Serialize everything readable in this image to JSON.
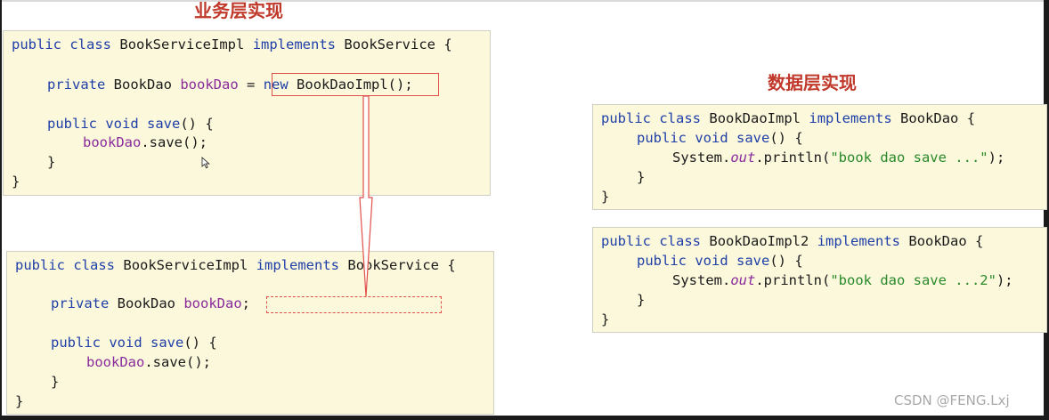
{
  "headings": {
    "service_layer": "业务层实现",
    "data_layer": "数据层实现"
  },
  "service_before": {
    "line1": {
      "kw1": "public",
      "kw2": "class",
      "name": "BookServiceImpl",
      "kw3": "implements",
      "iface": "BookService",
      "brace": "{"
    },
    "line2": {
      "kw": "private",
      "type": "BookDao",
      "var": "bookDao",
      "eq": "=",
      "expr": "new BookDaoImpl();"
    },
    "line3": {
      "kw1": "public",
      "kw2": "void",
      "method": "save",
      "rest": "() {"
    },
    "line4": {
      "var": "bookDao",
      "rest": ".save();"
    },
    "line5": "}",
    "line6": "}"
  },
  "service_after": {
    "line1": {
      "kw1": "public",
      "kw2": "class",
      "name": "BookServiceImpl",
      "kw3": "implements",
      "iface": "BookService",
      "brace": "{"
    },
    "line2": {
      "kw": "private",
      "type": "BookDao",
      "var": "bookDao",
      "semi": ";"
    },
    "line3": {
      "kw1": "public",
      "kw2": "void",
      "method": "save",
      "rest": "() {"
    },
    "line4": {
      "var": "bookDao",
      "rest": ".save();"
    },
    "line5": "}",
    "line6": "}"
  },
  "dao_impl": {
    "line1": {
      "kw1": "public",
      "kw2": "class",
      "name": "BookDaoImpl",
      "kw3": "implements",
      "iface": "BookDao",
      "brace": "{"
    },
    "line2": {
      "kw1": "public",
      "kw2": "void",
      "method": "save",
      "rest": "() {"
    },
    "line3": {
      "obj": "System.",
      "field": "out",
      "call": ".println(",
      "str": "\"book dao save ...\"",
      "end": ");"
    },
    "line4": "}",
    "line5": "}"
  },
  "dao_impl2": {
    "line1": {
      "kw1": "public",
      "kw2": "class",
      "name": "BookDaoImpl2",
      "kw3": "implements",
      "iface": "BookDao",
      "brace": "{"
    },
    "line2": {
      "kw1": "public",
      "kw2": "void",
      "method": "save",
      "rest": "() {"
    },
    "line3": {
      "obj": "System.",
      "field": "out",
      "call": ".println(",
      "str": "\"book dao save ...2\"",
      "end": ");"
    },
    "line4": "}",
    "line5": "}"
  },
  "watermark": "CSDN @FENG.Lxj",
  "colors": {
    "heading": "#c0392b",
    "keyword": "#1f3fa8",
    "identifier": "#8a2a9b",
    "string": "#2a8a2a",
    "code_bg": "#fcf8dc",
    "highlight": "#e0504a"
  },
  "icons": [
    "cursor-icon",
    "arrow-icon"
  ]
}
